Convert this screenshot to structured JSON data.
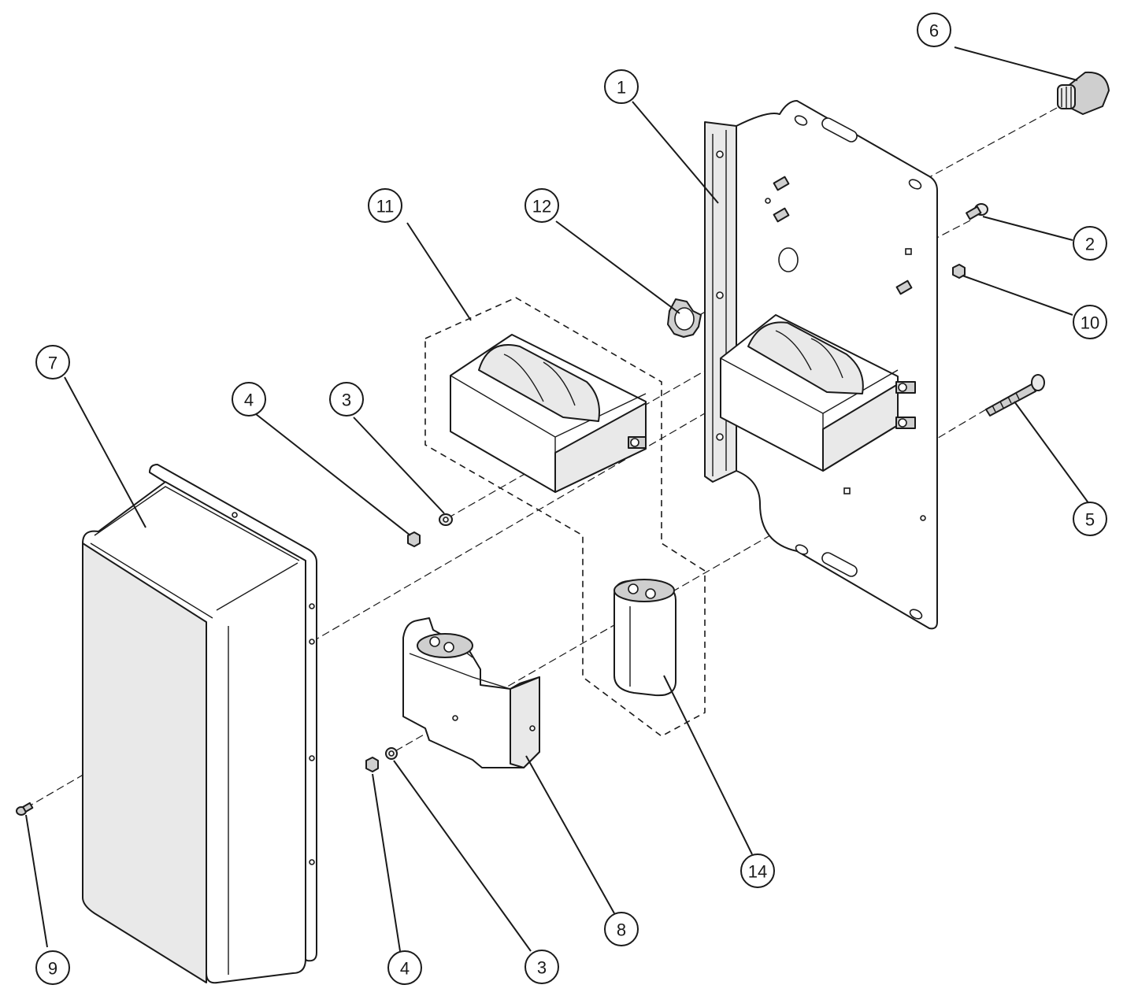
{
  "diagram": {
    "callouts": [
      {
        "id": "callout-1",
        "label": "1"
      },
      {
        "id": "callout-2",
        "label": "2"
      },
      {
        "id": "callout-3a",
        "label": "3"
      },
      {
        "id": "callout-3b",
        "label": "3"
      },
      {
        "id": "callout-4a",
        "label": "4"
      },
      {
        "id": "callout-4b",
        "label": "4"
      },
      {
        "id": "callout-5",
        "label": "5"
      },
      {
        "id": "callout-6",
        "label": "6"
      },
      {
        "id": "callout-7",
        "label": "7"
      },
      {
        "id": "callout-8",
        "label": "8"
      },
      {
        "id": "callout-9",
        "label": "9"
      },
      {
        "id": "callout-10",
        "label": "10"
      },
      {
        "id": "callout-11",
        "label": "11"
      },
      {
        "id": "callout-12",
        "label": "12"
      },
      {
        "id": "callout-14",
        "label": "14"
      }
    ]
  }
}
